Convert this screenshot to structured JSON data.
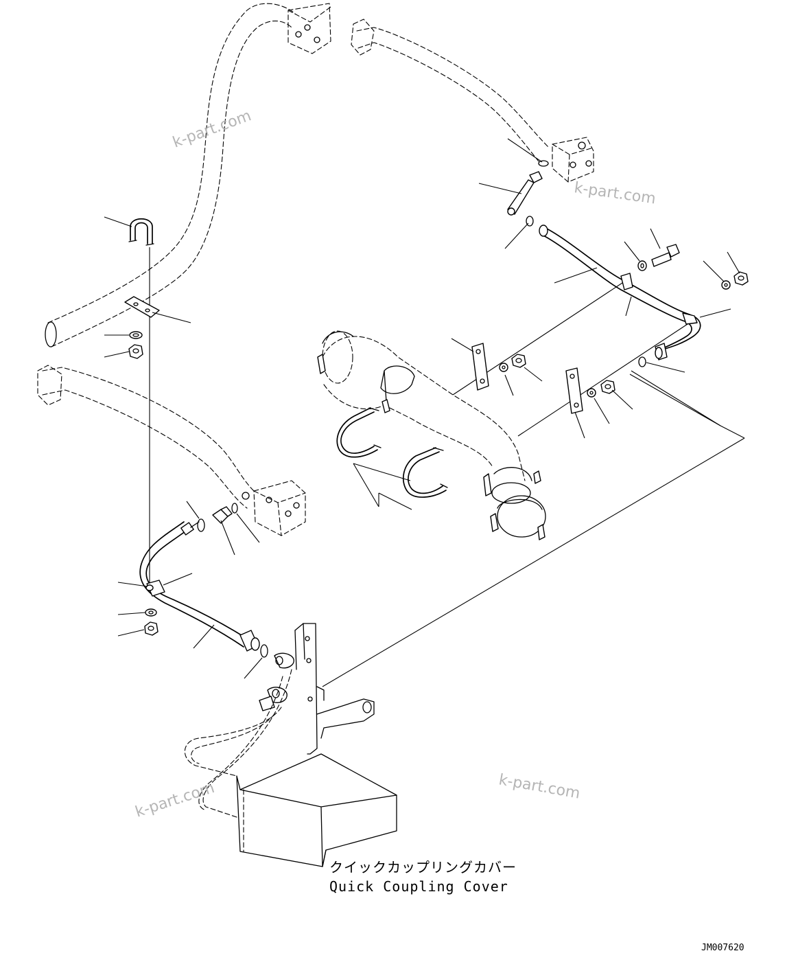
{
  "watermarks": [
    "k-part.com",
    "k-part.com",
    "k-part.com",
    "k-part.com"
  ],
  "caption": {
    "japanese": "クイックカップリングカバー",
    "english": "Quick Coupling Cover"
  },
  "drawing_code": "JM007620"
}
